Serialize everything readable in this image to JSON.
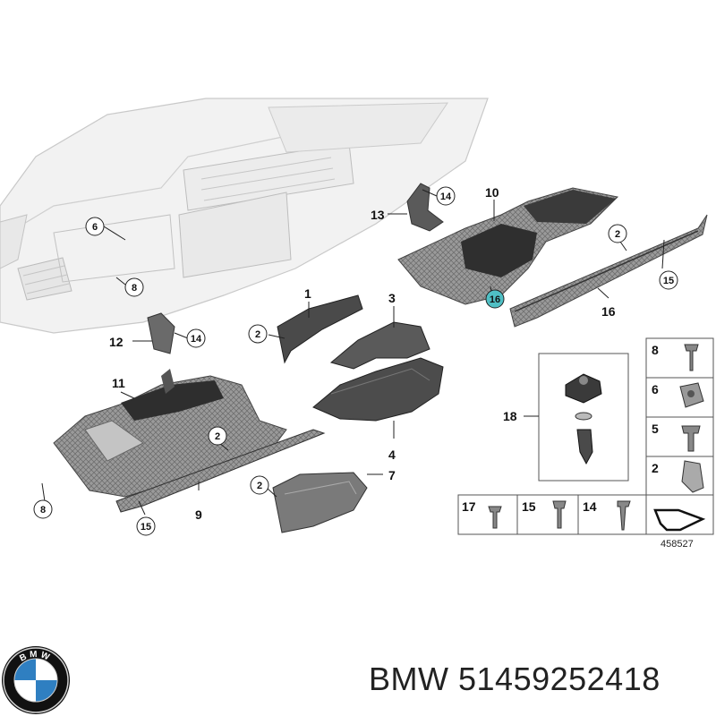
{
  "diagram": {
    "part_labels": [
      "1",
      "2",
      "3",
      "4",
      "6",
      "7",
      "8",
      "9",
      "10",
      "11",
      "12",
      "13",
      "14",
      "15",
      "16",
      "18"
    ],
    "legend": {
      "screws": [
        "17",
        "15",
        "14"
      ],
      "fasteners": [
        "8",
        "6",
        "5",
        "2"
      ],
      "assembly": "18"
    },
    "reference_number": "458527"
  },
  "brand": {
    "name": "BMW",
    "part_number": "51459252418",
    "logo_text": "BMW"
  },
  "colors": {
    "highlight": "#4fbfc4",
    "dashboard": "#ededed",
    "part_dark": "#3d3d3d",
    "part_grey": "#8a8a8a"
  }
}
